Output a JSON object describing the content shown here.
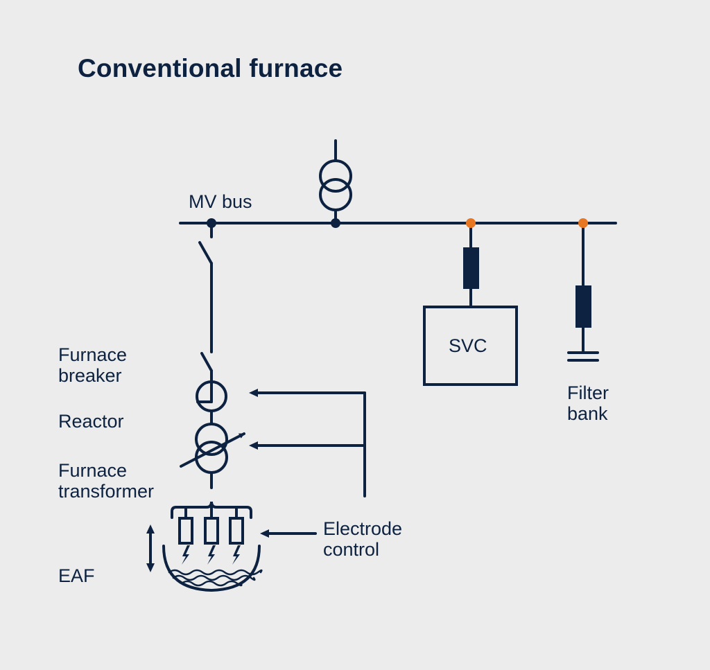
{
  "title": "Conventional furnace",
  "labels": {
    "mv_bus": "MV bus",
    "svc": "SVC",
    "filter_bank_line1": "Filter",
    "filter_bank_line2": "bank",
    "furnace_breaker_line1": "Furnace",
    "furnace_breaker_line2": "breaker",
    "reactor": "Reactor",
    "furnace_transformer_line1": "Furnace",
    "furnace_transformer_line2": "transformer",
    "electrode_control_line1": "Electrode",
    "electrode_control_line2": "control",
    "eaf": "EAF"
  },
  "colors": {
    "background": "#ececec",
    "line": "#0d2240",
    "accent_node": "#e87722"
  }
}
